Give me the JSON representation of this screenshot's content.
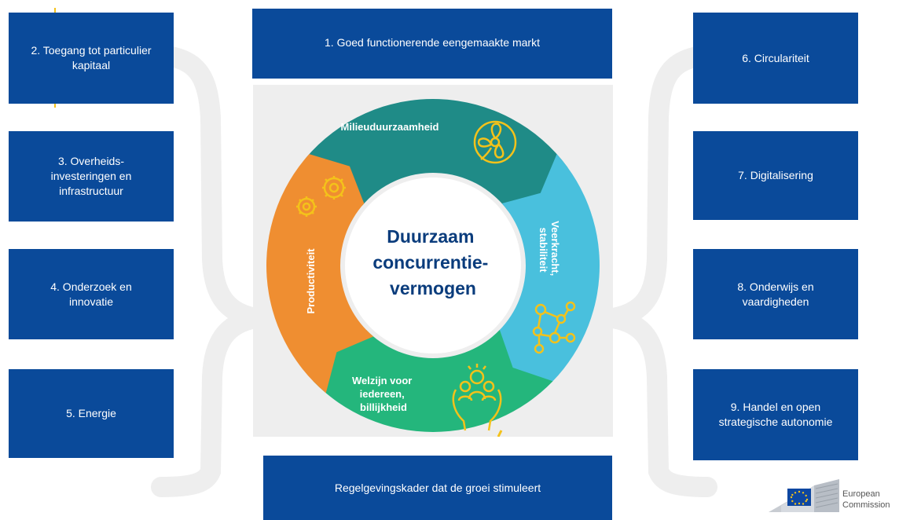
{
  "top_box": "1. Goed functionerende eengemaakte markt",
  "bottom_box": "Regelgevingskader dat de groei stimuleert",
  "left_boxes": [
    "2. Toegang tot particulier\nkapitaal",
    "3. Overheids-\ninvesteringen en\ninfrastructuur",
    "4. Onderzoek en\ninnovatie",
    "5. Energie"
  ],
  "right_boxes": [
    "6. Circulariteit",
    "7. Digitalisering",
    "8. Onderwijs en\nvaardigheden",
    "9. Handel en open\nstrategische autonomie"
  ],
  "cycle": {
    "center_lines": [
      "Duurzaam",
      "concurrentie-",
      "vermogen"
    ],
    "segments": [
      {
        "label_lines": [
          "Milieuduurzaamheid"
        ],
        "color": "#1f8b87",
        "icon": "fan-leaf-icon"
      },
      {
        "label_lines": [
          "Veerkracht,",
          "stabiliteit"
        ],
        "color": "#49c0dd",
        "icon": "network-icon"
      },
      {
        "label_lines": [
          "Welzijn voor",
          "iedereen,",
          "billijkheid"
        ],
        "color": "#24b67c",
        "icon": "people-in-hands-icon"
      },
      {
        "label_lines": [
          "Productiviteit"
        ],
        "color": "#ef8e31",
        "icon": "gears-icon"
      }
    ],
    "center_color": "#0a3c7c"
  },
  "colors": {
    "box_blue": "#0a4a9a",
    "panel_grey": "#eeeeee",
    "icon_yellow": "#f4c21a",
    "brace_grey": "#eeeeee"
  },
  "logo": {
    "line1": "European",
    "line2": "Commission"
  }
}
